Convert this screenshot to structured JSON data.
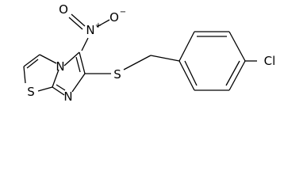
{
  "molecule": {
    "atoms": {
      "nitro_o_left": "O",
      "nitro_o_right": "O",
      "nitro_o_right_charge": "−",
      "nitro_n": "N",
      "nitro_n_charge": "+",
      "ring_n_bridgehead": "N",
      "ring_n_lower": "N",
      "ring_s": "S",
      "thioether_s": "S",
      "chlorine": "Cl"
    }
  }
}
